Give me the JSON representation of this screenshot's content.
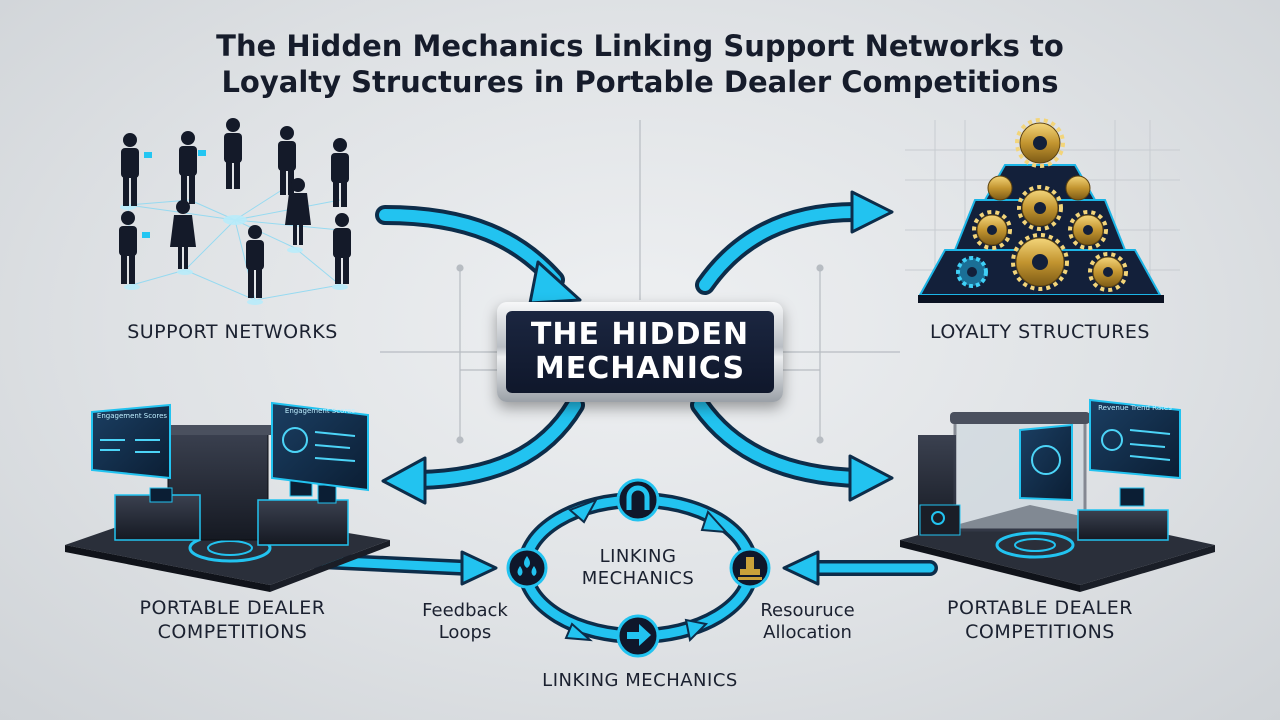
{
  "title": "The Hidden Mechanics Linking Support Networks to\nLoyalty Structures in Portable Dealer Competitions",
  "center": {
    "label": "THE HIDDEN\nMECHANICS"
  },
  "quadrants": {
    "support_networks": "SUPPORT NETWORKS",
    "loyalty_structures": "LOYALTY STRUCTURES",
    "portable_left": "PORTABLE DEALER\nCOMPETITIONS",
    "portable_right": "PORTABLE DEALER\nCOMPETITIONS"
  },
  "screens": {
    "left_a": "Engagement Scores",
    "left_b": "Engagement Scores",
    "right_a": "Revenue Trend Rates"
  },
  "cycle": {
    "center_label": "LINKING\nMECHANICS",
    "left_label": "Feedback\nLoops",
    "right_label": "Resouruce\nAllocation",
    "bottom_label": "LINKING MECHANICS",
    "icons": [
      "magnet-icon",
      "water-drops-icon",
      "stamp-icon",
      "right-arrow-icon"
    ]
  },
  "colors": {
    "arrow": "#19b6e8",
    "arrow_dark": "#0d2d4a",
    "navy": "#111a2e",
    "gold": "#c9a13a",
    "cyan": "#22c3f0"
  }
}
